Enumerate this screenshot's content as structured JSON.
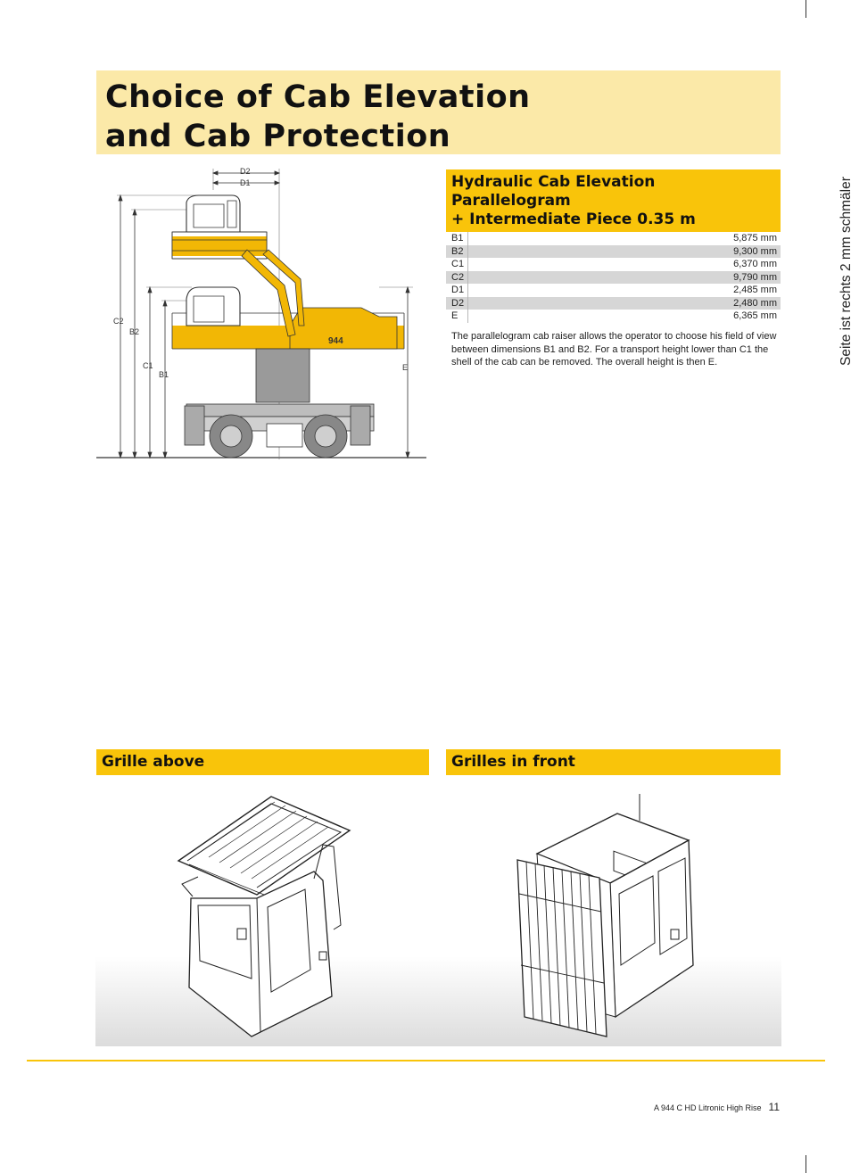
{
  "title": "Choice of Cab Elevation\nand Cab Protection",
  "diagram": {
    "labels": {
      "d2": "D2",
      "d1": "D1",
      "c2": "C2",
      "b2": "B2",
      "c1": "C1",
      "b1": "B1",
      "e": "E"
    },
    "machine_badge": "944"
  },
  "spec": {
    "heading": "Hydraulic Cab Elevation\nParallelogram\n+ Intermediate Piece 0.35 m",
    "rows": [
      {
        "key": "B1",
        "value": "5,875 mm"
      },
      {
        "key": "B2",
        "value": "9,300 mm"
      },
      {
        "key": "C1",
        "value": "6,370 mm"
      },
      {
        "key": "C2",
        "value": "9,790 mm"
      },
      {
        "key": "D1",
        "value": "2,485 mm"
      },
      {
        "key": "D2",
        "value": "2,480 mm"
      },
      {
        "key": "E",
        "value": "6,365 mm"
      }
    ],
    "description": "The parallelogram cab raiser allows the operator to choose his field of view between dimensions B1 and B2. For a transport height lower than C1 the shell of the cab can be removed. The overall height is then E."
  },
  "side_note": "Seite ist rechts 2 mm schmäler",
  "grille_above": {
    "heading": "Grille above"
  },
  "grilles_front": {
    "heading": "Grilles in front"
  },
  "footer": {
    "model": "A 944 C HD Litronic High Rise",
    "page": "11"
  },
  "colors": {
    "accent_yellow": "#f9c40a",
    "title_band": "#fbe9a8",
    "machine_yellow": "#f2b705"
  }
}
